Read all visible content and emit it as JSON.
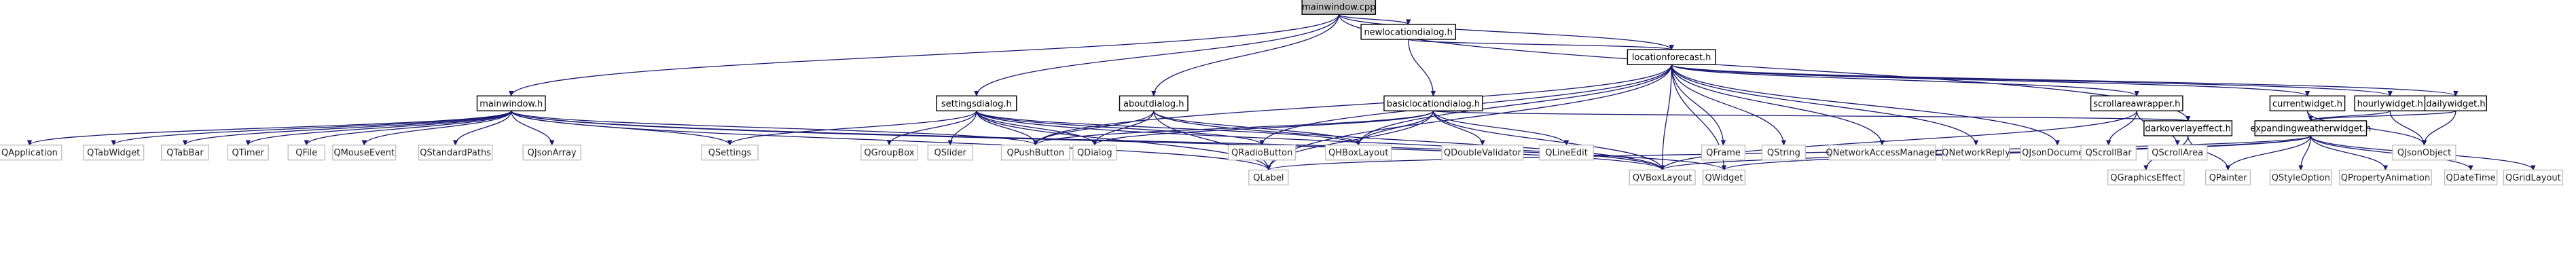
{
  "graph": {
    "colors": {
      "edge": "#191970",
      "root_fill": "#bfbfbf",
      "local_border": "#000000",
      "external_border": "#bfbfbf",
      "background": "#ffffff"
    },
    "nodes": [
      {
        "id": "mainwindow_cpp",
        "label": "mainwindow.cpp",
        "kind": "root"
      },
      {
        "id": "newlocationdialog_h",
        "label": "newlocationdialog.h",
        "kind": "local"
      },
      {
        "id": "locationforecast_h",
        "label": "locationforecast.h",
        "kind": "local"
      },
      {
        "id": "mainwindow_h",
        "label": "mainwindow.h",
        "kind": "local"
      },
      {
        "id": "settingsdialog_h",
        "label": "settingsdialog.h",
        "kind": "local"
      },
      {
        "id": "aboutdialog_h",
        "label": "aboutdialog.h",
        "kind": "local"
      },
      {
        "id": "basiclocationdialog_h",
        "label": "basiclocationdialog.h",
        "kind": "local"
      },
      {
        "id": "scrollareawrapper_h",
        "label": "scrollareawrapper.h",
        "kind": "local"
      },
      {
        "id": "currentwidget_h",
        "label": "currentwidget.h",
        "kind": "local"
      },
      {
        "id": "hourlywidget_h",
        "label": "hourlywidget.h",
        "kind": "local"
      },
      {
        "id": "dailywidget_h",
        "label": "dailywidget.h",
        "kind": "local"
      },
      {
        "id": "darkoverlayeffect_h",
        "label": "darkoverlayeffect.h",
        "kind": "local"
      },
      {
        "id": "expandingweatherwidget_h",
        "label": "expandingweatherwidget.h",
        "kind": "local"
      },
      {
        "id": "QApplication",
        "label": "QApplication",
        "kind": "ext"
      },
      {
        "id": "QTabWidget",
        "label": "QTabWidget",
        "kind": "ext"
      },
      {
        "id": "QTabBar",
        "label": "QTabBar",
        "kind": "ext"
      },
      {
        "id": "QTimer",
        "label": "QTimer",
        "kind": "ext"
      },
      {
        "id": "QFile",
        "label": "QFile",
        "kind": "ext"
      },
      {
        "id": "QMouseEvent",
        "label": "QMouseEvent",
        "kind": "ext"
      },
      {
        "id": "QStandardPaths",
        "label": "QStandardPaths",
        "kind": "ext"
      },
      {
        "id": "QJsonArray",
        "label": "QJsonArray",
        "kind": "ext"
      },
      {
        "id": "QSettings",
        "label": "QSettings",
        "kind": "ext"
      },
      {
        "id": "QGroupBox",
        "label": "QGroupBox",
        "kind": "ext"
      },
      {
        "id": "QSlider",
        "label": "QSlider",
        "kind": "ext"
      },
      {
        "id": "QPushButton",
        "label": "QPushButton",
        "kind": "ext"
      },
      {
        "id": "QDialog",
        "label": "QDialog",
        "kind": "ext"
      },
      {
        "id": "QRadioButton",
        "label": "QRadioButton",
        "kind": "ext"
      },
      {
        "id": "QHBoxLayout",
        "label": "QHBoxLayout",
        "kind": "ext"
      },
      {
        "id": "QDoubleValidator",
        "label": "QDoubleValidator",
        "kind": "ext"
      },
      {
        "id": "QLineEdit",
        "label": "QLineEdit",
        "kind": "ext"
      },
      {
        "id": "QFrame",
        "label": "QFrame",
        "kind": "ext"
      },
      {
        "id": "QString",
        "label": "QString",
        "kind": "ext"
      },
      {
        "id": "QNetworkAccessManager",
        "label": "QNetworkAccessManager",
        "kind": "ext"
      },
      {
        "id": "QNetworkReply",
        "label": "QNetworkReply",
        "kind": "ext"
      },
      {
        "id": "QJsonDocument",
        "label": "QJsonDocument",
        "kind": "ext"
      },
      {
        "id": "QScrollBar",
        "label": "QScrollBar",
        "kind": "ext"
      },
      {
        "id": "QScrollArea",
        "label": "QScrollArea",
        "kind": "ext"
      },
      {
        "id": "QJsonObject",
        "label": "QJsonObject",
        "kind": "ext"
      },
      {
        "id": "QLabel",
        "label": "QLabel",
        "kind": "ext"
      },
      {
        "id": "QVBoxLayout",
        "label": "QVBoxLayout",
        "kind": "ext"
      },
      {
        "id": "QWidget",
        "label": "QWidget",
        "kind": "ext"
      },
      {
        "id": "QGraphicsEffect",
        "label": "QGraphicsEffect",
        "kind": "ext"
      },
      {
        "id": "QPainter",
        "label": "QPainter",
        "kind": "ext"
      },
      {
        "id": "QStyleOption",
        "label": "QStyleOption",
        "kind": "ext"
      },
      {
        "id": "QPropertyAnimation",
        "label": "QPropertyAnimation",
        "kind": "ext"
      },
      {
        "id": "QDateTime",
        "label": "QDateTime",
        "kind": "ext"
      },
      {
        "id": "QGridLayout",
        "label": "QGridLayout",
        "kind": "ext"
      }
    ],
    "edges": [
      [
        "mainwindow_cpp",
        "newlocationdialog_h"
      ],
      [
        "mainwindow_cpp",
        "locationforecast_h"
      ],
      [
        "mainwindow_cpp",
        "mainwindow_h"
      ],
      [
        "mainwindow_cpp",
        "settingsdialog_h"
      ],
      [
        "mainwindow_cpp",
        "aboutdialog_h"
      ],
      [
        "mainwindow_cpp",
        "darkoverlayeffect_h"
      ],
      [
        "newlocationdialog_h",
        "basiclocationdialog_h"
      ],
      [
        "newlocationdialog_h",
        "locationforecast_h"
      ],
      [
        "locationforecast_h",
        "QFrame"
      ],
      [
        "locationforecast_h",
        "QString"
      ],
      [
        "locationforecast_h",
        "QNetworkAccessManager"
      ],
      [
        "locationforecast_h",
        "QNetworkReply"
      ],
      [
        "locationforecast_h",
        "QJsonDocument"
      ],
      [
        "locationforecast_h",
        "scrollareawrapper_h"
      ],
      [
        "locationforecast_h",
        "currentwidget_h"
      ],
      [
        "locationforecast_h",
        "hourlywidget_h"
      ],
      [
        "locationforecast_h",
        "dailywidget_h"
      ],
      [
        "locationforecast_h",
        "QPushButton"
      ],
      [
        "locationforecast_h",
        "QRadioButton"
      ],
      [
        "locationforecast_h",
        "QHBoxLayout"
      ],
      [
        "locationforecast_h",
        "QVBoxLayout"
      ],
      [
        "locationforecast_h",
        "QWidget"
      ],
      [
        "locationforecast_h",
        "QLabel"
      ],
      [
        "mainwindow_h",
        "QApplication"
      ],
      [
        "mainwindow_h",
        "QTabWidget"
      ],
      [
        "mainwindow_h",
        "QTabBar"
      ],
      [
        "mainwindow_h",
        "QTimer"
      ],
      [
        "mainwindow_h",
        "QFile"
      ],
      [
        "mainwindow_h",
        "QMouseEvent"
      ],
      [
        "mainwindow_h",
        "QStandardPaths"
      ],
      [
        "mainwindow_h",
        "QJsonArray"
      ],
      [
        "mainwindow_h",
        "QSettings"
      ],
      [
        "mainwindow_h",
        "QPushButton"
      ],
      [
        "mainwindow_h",
        "QLabel"
      ],
      [
        "mainwindow_h",
        "QVBoxLayout"
      ],
      [
        "mainwindow_h",
        "QWidget"
      ],
      [
        "settingsdialog_h",
        "QSettings"
      ],
      [
        "settingsdialog_h",
        "QGroupBox"
      ],
      [
        "settingsdialog_h",
        "QSlider"
      ],
      [
        "settingsdialog_h",
        "QPushButton"
      ],
      [
        "settingsdialog_h",
        "QDialog"
      ],
      [
        "settingsdialog_h",
        "QRadioButton"
      ],
      [
        "settingsdialog_h",
        "QHBoxLayout"
      ],
      [
        "settingsdialog_h",
        "QLabel"
      ],
      [
        "settingsdialog_h",
        "QVBoxLayout"
      ],
      [
        "aboutdialog_h",
        "QPushButton"
      ],
      [
        "aboutdialog_h",
        "QDialog"
      ],
      [
        "aboutdialog_h",
        "QHBoxLayout"
      ],
      [
        "aboutdialog_h",
        "QLabel"
      ],
      [
        "aboutdialog_h",
        "QVBoxLayout"
      ],
      [
        "basiclocationdialog_h",
        "QPushButton"
      ],
      [
        "basiclocationdialog_h",
        "QDialog"
      ],
      [
        "basiclocationdialog_h",
        "QHBoxLayout"
      ],
      [
        "basiclocationdialog_h",
        "QDoubleValidator"
      ],
      [
        "basiclocationdialog_h",
        "QLineEdit"
      ],
      [
        "basiclocationdialog_h",
        "QLabel"
      ],
      [
        "basiclocationdialog_h",
        "QVBoxLayout"
      ],
      [
        "basiclocationdialog_h",
        "darkoverlayeffect_h"
      ],
      [
        "scrollareawrapper_h",
        "QScrollBar"
      ],
      [
        "scrollareawrapper_h",
        "QScrollArea"
      ],
      [
        "scrollareawrapper_h",
        "QVBoxLayout"
      ],
      [
        "currentwidget_h",
        "expandingweatherwidget_h"
      ],
      [
        "currentwidget_h",
        "QJsonObject"
      ],
      [
        "hourlywidget_h",
        "expandingweatherwidget_h"
      ],
      [
        "hourlywidget_h",
        "QJsonObject"
      ],
      [
        "dailywidget_h",
        "expandingweatherwidget_h"
      ],
      [
        "dailywidget_h",
        "QJsonObject"
      ],
      [
        "darkoverlayeffect_h",
        "QGraphicsEffect"
      ],
      [
        "darkoverlayeffect_h",
        "QPainter"
      ],
      [
        "expandingweatherwidget_h",
        "QLabel"
      ],
      [
        "expandingweatherwidget_h",
        "QVBoxLayout"
      ],
      [
        "expandingweatherwidget_h",
        "QWidget"
      ],
      [
        "expandingweatherwidget_h",
        "QPainter"
      ],
      [
        "expandingweatherwidget_h",
        "QStyleOption"
      ],
      [
        "expandingweatherwidget_h",
        "QPropertyAnimation"
      ],
      [
        "expandingweatherwidget_h",
        "QDateTime"
      ],
      [
        "expandingweatherwidget_h",
        "QGridLayout"
      ]
    ]
  }
}
